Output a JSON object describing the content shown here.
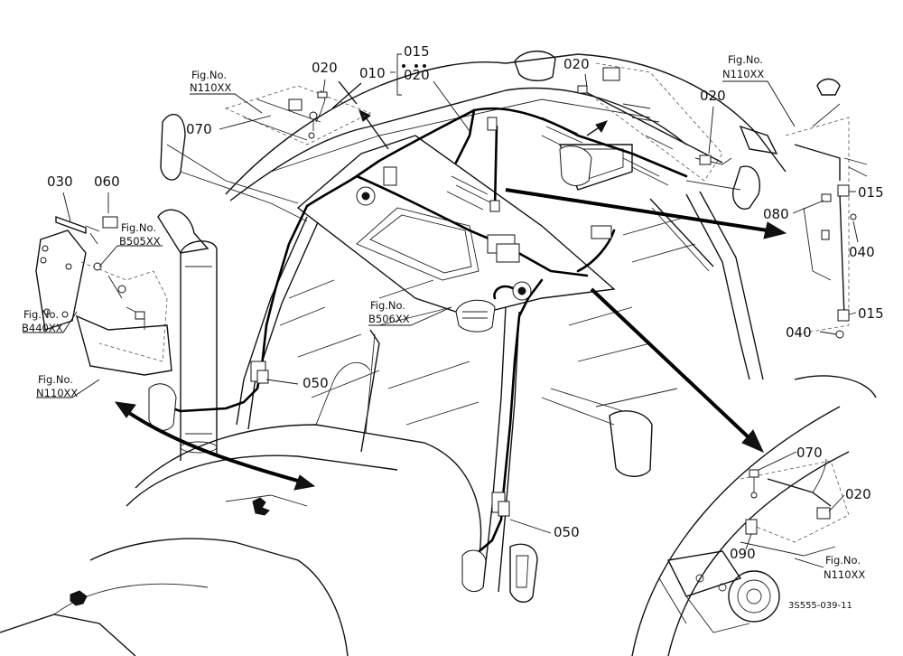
{
  "callouts": {
    "c010": "010",
    "c015_top": "015",
    "c020_top": "020",
    "c020_a": "020",
    "c070_a": "070",
    "c020_b": "020",
    "c020_c": "020",
    "c030": "030",
    "c060": "060",
    "c050_a": "050",
    "c050_b": "050",
    "c015_r1": "015",
    "c080": "080",
    "c040_r1": "040",
    "c015_r2": "015",
    "c040_r2": "040",
    "c070_b": "070",
    "c020_d": "020",
    "c090": "090"
  },
  "fig_refs": {
    "n110_tl": {
      "label": "Fig.No.",
      "code": "N110XX"
    },
    "n110_tr": {
      "label": "Fig.No.",
      "code": "N110XX"
    },
    "b505": {
      "label": "Fig.No.",
      "code": "B505XX"
    },
    "b440": {
      "label": "Fig.No.",
      "code": "B440XX"
    },
    "n110_l": {
      "label": "Fig.No.",
      "code": "N110XX"
    },
    "b506": {
      "label": "Fig.No.",
      "code": "B506XX"
    },
    "n110_br": {
      "label": "Fig.No.",
      "code": "N110XX"
    }
  },
  "drawing_code": "3S555-039-11"
}
